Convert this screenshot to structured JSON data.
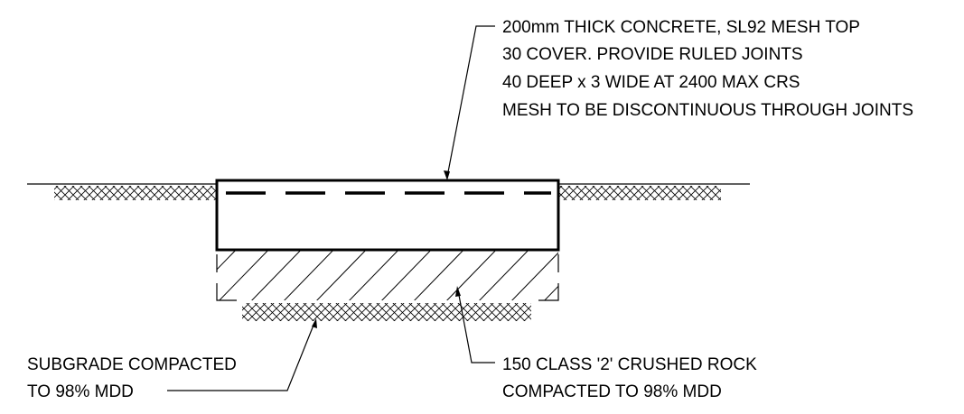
{
  "notes": {
    "concrete": [
      "200mm THICK CONCRETE, SL92 MESH TOP",
      "30 COVER. PROVIDE RULED JOINTS",
      "40 DEEP x 3 WIDE AT 2400 MAX CRS",
      "MESH TO BE DISCONTINUOUS THROUGH JOINTS"
    ],
    "subgrade": [
      "SUBGRADE COMPACTED",
      "TO 98% MDD"
    ],
    "crushed_rock": [
      "150 CLASS '2' CRUSHED ROCK",
      "COMPACTED TO 98% MDD"
    ]
  },
  "colors": {
    "line": "#000000",
    "background": "#ffffff"
  }
}
